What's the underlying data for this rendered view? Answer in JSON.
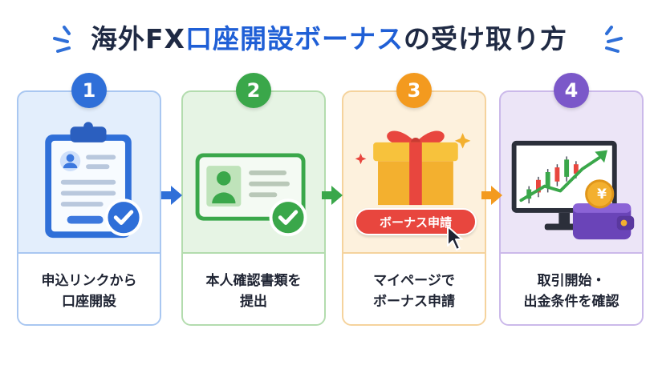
{
  "title": {
    "part1": "海外FX",
    "part2": "口座開設ボーナス",
    "part3": "の受け取り方"
  },
  "steps": [
    {
      "number": "1",
      "line1": "申込リンクから",
      "line2": "口座開設",
      "color": "#2f6fd8",
      "bg": "#e3eefc",
      "border": "#a9c7f1"
    },
    {
      "number": "2",
      "line1": "本人確認書類を",
      "line2": "提出",
      "color": "#3aa74a",
      "bg": "#e6f4e4",
      "border": "#b3dcae"
    },
    {
      "number": "3",
      "line1": "マイページで",
      "line2": "ボーナス申請",
      "color": "#f39a1f",
      "bg": "#fdf1dd",
      "border": "#f5d39d",
      "button_label": "ボーナス申請"
    },
    {
      "number": "4",
      "line1": "取引開始・",
      "line2": "出金条件を確認",
      "color": "#7b58c9",
      "bg": "#ece5f7",
      "border": "#cbb9ea",
      "coin_symbol": "¥"
    }
  ]
}
